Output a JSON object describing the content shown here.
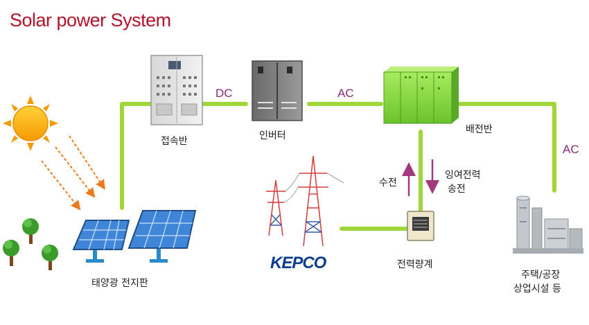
{
  "title": "Solar power System",
  "labels": {
    "panel": "태양광 전지판",
    "junction_box": "접속반",
    "inverter": "인버터",
    "distribution_panel": "배전반",
    "meter": "전력량계",
    "receive": "수전",
    "surplus_line1": "잉여전력",
    "surplus_line2": "송전",
    "consumer_line1": "주택/공장",
    "consumer_line2": "상업시설 등",
    "utility": "KEPCO"
  },
  "flows": {
    "dc": "DC",
    "ac_inverter": "AC",
    "ac_consumer": "AC"
  },
  "colors": {
    "title": "#b5122a",
    "line": "#9fd63a",
    "flow_label": "#8a2a7a",
    "sun": "#f7b500",
    "panel": "#2f6fc0",
    "distribution": "#7ed33a",
    "kepco": "#0a3d8f"
  }
}
